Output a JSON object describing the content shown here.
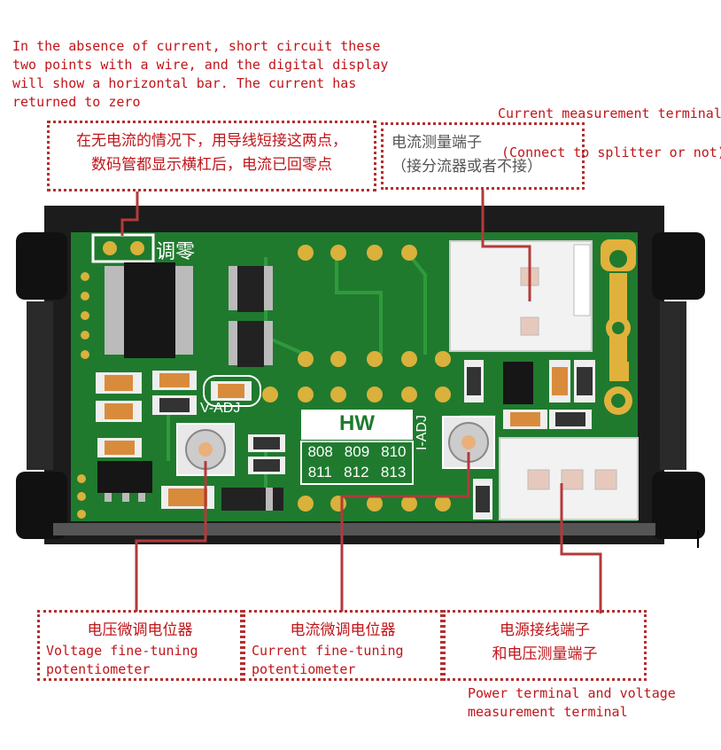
{
  "top_note_en": "In the absence of current, short circuit these\ntwo points with a wire, and the digital display\nwill show a horizontal bar. The current has\nreturned to zero",
  "top_note_cn": [
    "在无电流的情况下，用导线短接这两点，",
    "数码管都显示横杠后，电流已回零点"
  ],
  "current_terminal_en": "Current measurement terminal",
  "current_terminal_cn": [
    "电流测量端子",
    "（接分流器或者不接）"
  ],
  "current_terminal_en2": "(Connect to splitter or not)",
  "board": {
    "zero_label": "调零",
    "vadj_label": "V-ADJ",
    "iadj_label": "I-ADJ",
    "hw_label": "HW",
    "codes_row1": [
      "808",
      "809",
      "810"
    ],
    "codes_row2": [
      "811",
      "812",
      "813"
    ]
  },
  "voltage_pot": {
    "cn": "电压微调电位器",
    "en": "Voltage fine-tuning\npotentiometer"
  },
  "current_pot": {
    "cn": "电流微调电位器",
    "en": "Current fine-tuning\npotentiometer"
  },
  "power_terminal": {
    "cn": [
      "电源接线端子",
      "和电压测量端子"
    ],
    "en": "Power terminal and voltage\nmeasurement terminal"
  }
}
